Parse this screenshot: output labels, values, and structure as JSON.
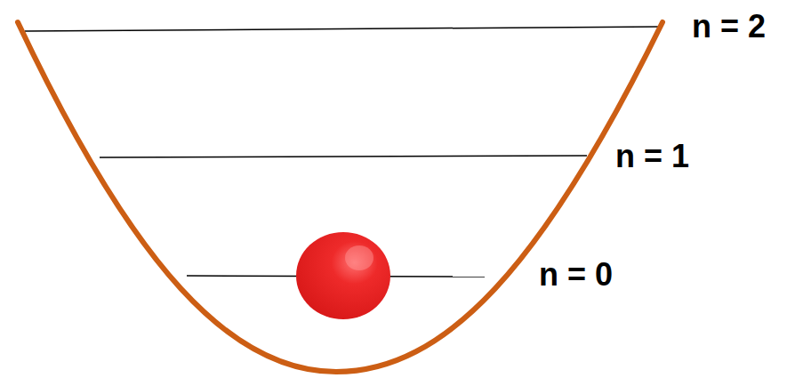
{
  "diagram": {
    "labels": [
      "n = 2",
      "n = 1",
      "n = 0"
    ]
  }
}
